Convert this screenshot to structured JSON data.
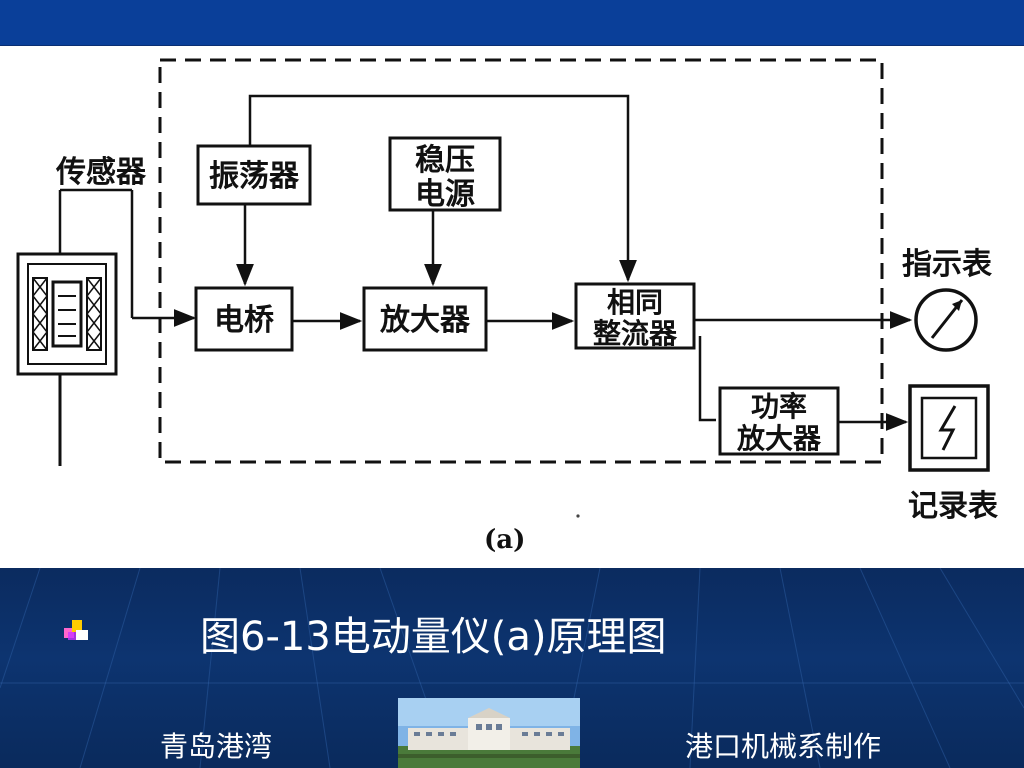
{
  "diagram": {
    "sensor_label": "传感器",
    "oscillator": "振荡器",
    "regulated_power_line1": "稳压",
    "regulated_power_line2": "电源",
    "bridge": "电桥",
    "amplifier": "放大器",
    "phase_rectifier_line1": "相同",
    "phase_rectifier_line2": "整流器",
    "power_amp_line1": "功率",
    "power_amp_line2": "放大器",
    "indicator_meter": "指示表",
    "recorder_meter": "记录表",
    "subfigure_label": "(a)"
  },
  "slide": {
    "caption": "图6-13电动量仪(a)原理图",
    "footer_left": "青岛港湾",
    "footer_right": "港口机械系制作"
  },
  "colors": {
    "topbar": "#0a3f99",
    "background": "#0a2a5c",
    "caption_text": "#ffffff"
  }
}
